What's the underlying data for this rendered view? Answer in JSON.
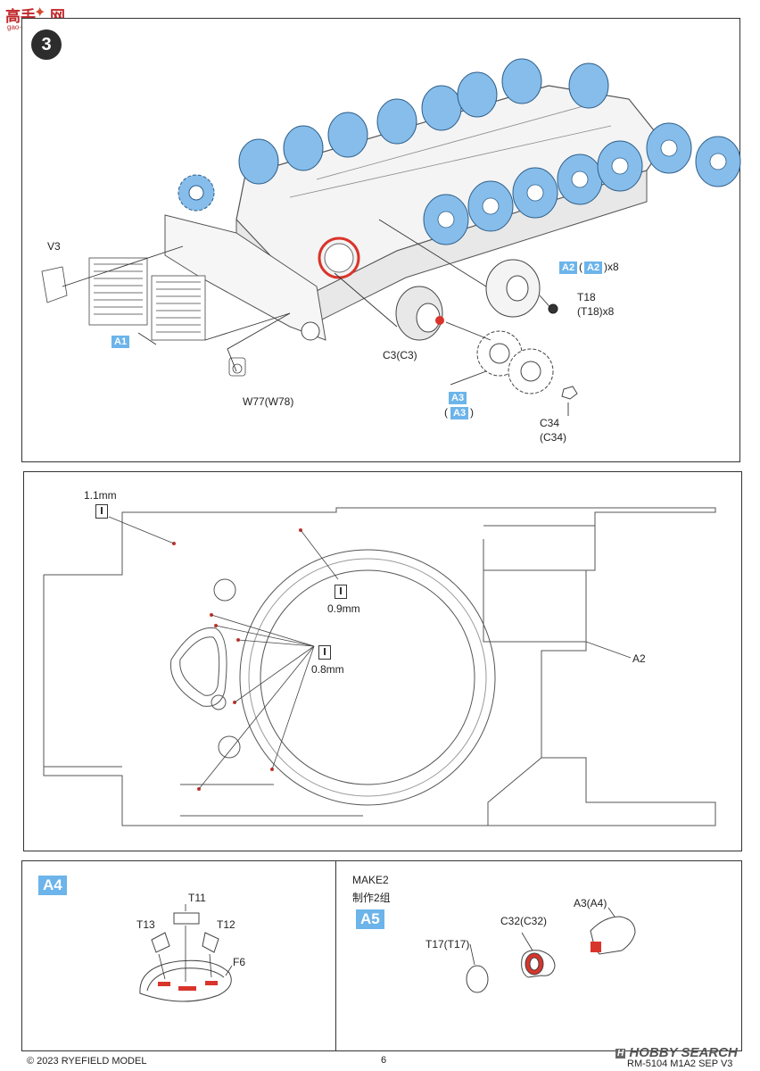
{
  "watermark": {
    "brand_cn": "高手",
    "brand_cn2": "网",
    "url": "gao-shou.com"
  },
  "step3": {
    "number": "3",
    "parts": {
      "v3": "V3",
      "a1": "A1",
      "a2": "A2",
      "a2_paren": "A2",
      "a2_mult": ")x8",
      "t18": "T18",
      "t18_sub": "(T18)x8",
      "c3": "C3(C3)",
      "a3": "A3",
      "a3_paren": "A3",
      "c34": "C34",
      "c34_sub": "(C34)",
      "w77": "W77(W78)"
    }
  },
  "detail": {
    "drill_1_1": "1.1mm",
    "drill_0_9": "0.9mm",
    "drill_0_8": "0.8mm",
    "part_a2": "A2"
  },
  "subA4": {
    "tag": "A4",
    "parts": {
      "t11": "T11",
      "t13": "T13",
      "t12": "T12",
      "f6": "F6"
    }
  },
  "subA5": {
    "make_en": "MAKE2",
    "make_cn": "制作2组",
    "tag": "A5",
    "parts": {
      "a3a4": "A3(A4)",
      "c32": "C32(C32)",
      "t17": "T17(T17)"
    }
  },
  "footer": {
    "copyright": "© 2023 RYEFIELD MODEL",
    "page": "6",
    "product": "RM-5104 M1A2 SEP V3",
    "hobbysearch": "HOBBY SEARCH"
  },
  "colors": {
    "wheel_blue": "#86bdea",
    "tag_blue": "#6cb4ea",
    "highlight_red": "#d9342b"
  }
}
